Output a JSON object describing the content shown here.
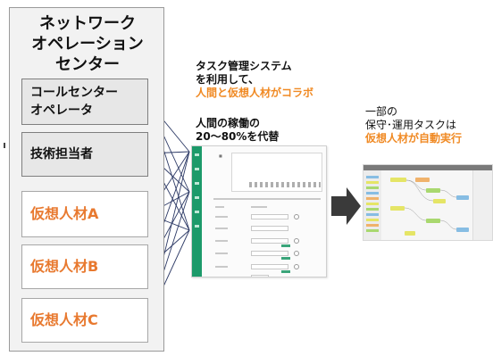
{
  "noc": {
    "title": "ネットワーク\nオペレーション\nセンター",
    "roles": [
      {
        "label": "コールセンター\nオペレータ",
        "kind": "human"
      },
      {
        "label": "技術担当者",
        "kind": "human"
      },
      {
        "label": "仮想人材A",
        "kind": "virtual"
      },
      {
        "label": "仮想人材B",
        "kind": "virtual"
      },
      {
        "label": "仮想人材C",
        "kind": "virtual"
      }
    ]
  },
  "captions": {
    "task_system_line1": "タスク管理システム",
    "task_system_line2": "を利用して、",
    "task_system_highlight": "人間と仮想人材がコラボ",
    "human_work_line1": "人間の稼働の",
    "human_work_line2": "20～80%を代替",
    "maintenance_line1": "一部の",
    "maintenance_line2": "保守･運用タスクは",
    "maintenance_highlight": "仮想人材が自動実行"
  },
  "colors": {
    "highlight": "#f08a24",
    "virtual_text": "#e8792f",
    "sidebar_green": "#1c9a6a",
    "arrow": "#3a3a3a",
    "connector": "#2d3a66"
  }
}
